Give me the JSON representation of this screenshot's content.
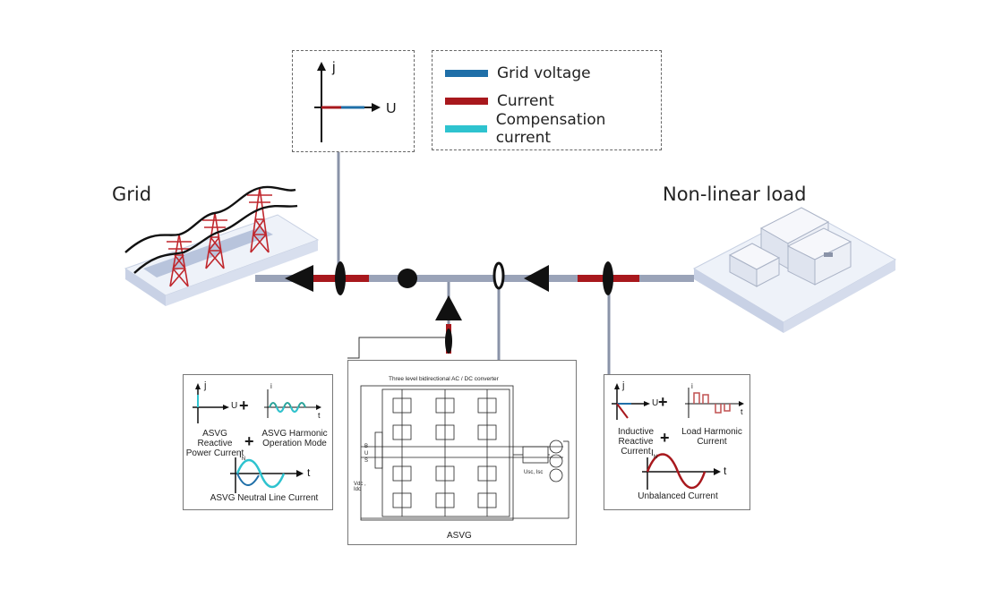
{
  "labels": {
    "grid": "Grid",
    "load": "Non-linear load"
  },
  "legend": {
    "items": [
      {
        "label": "Grid voltage",
        "color": "#1f6fa8"
      },
      {
        "label": "Current",
        "color": "#a8181d"
      },
      {
        "label": "Compensation current",
        "color": "#2ec3cf"
      }
    ]
  },
  "phasor_top": {
    "j": "j",
    "u": "U"
  },
  "asvg_panel": {
    "j": "j",
    "u": "U",
    "i": "i",
    "t": "t",
    "in": "I",
    "in_sub": "N",
    "t2": "t",
    "plus1": "+",
    "plus2": "+",
    "reactive": "ASVG Reactive Power Current",
    "harmonic": "ASVG Harmonic Operation Mode",
    "neutral": "ASVG Neutral Line Current"
  },
  "converter": {
    "title": "Three level bidirectional AC / DC converter",
    "bus": "B U S",
    "vdc": "Vdc , Idc",
    "usc": "Usc, Isc",
    "name": "ASVG"
  },
  "load_panel": {
    "j": "j",
    "u": "U",
    "i": "i",
    "t": "t",
    "in": "I",
    "in_sub": "N",
    "t2": "t",
    "plus1": "+",
    "plus2": "+",
    "inductive": "Inductive Reactive Current",
    "harmonic": "Load Harmonic Current",
    "unbalanced": "Unbalanced Current"
  }
}
